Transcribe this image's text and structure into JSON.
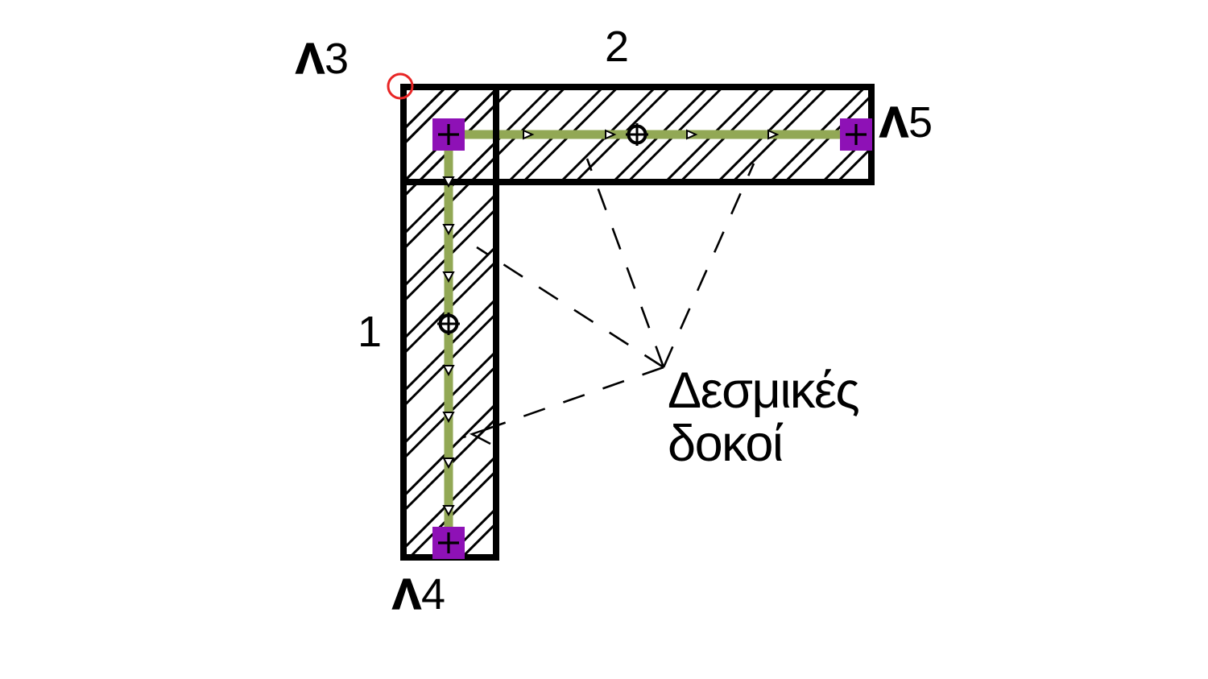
{
  "colors": {
    "background": "#ffffff",
    "outline": "#000000",
    "member": "#92A855",
    "node": "#8E11B6",
    "snap": "#E82525",
    "text": "#000000"
  },
  "labels": {
    "wall1": "1",
    "wall2": "2",
    "l3": {
      "prefix": "Λ",
      "number": "3"
    },
    "l4": {
      "prefix": "Λ",
      "number": "4"
    },
    "l5": {
      "prefix": "Λ",
      "number": "5"
    }
  },
  "annotation": {
    "line1": "Δεσμικές",
    "line2": "δοκοί"
  }
}
